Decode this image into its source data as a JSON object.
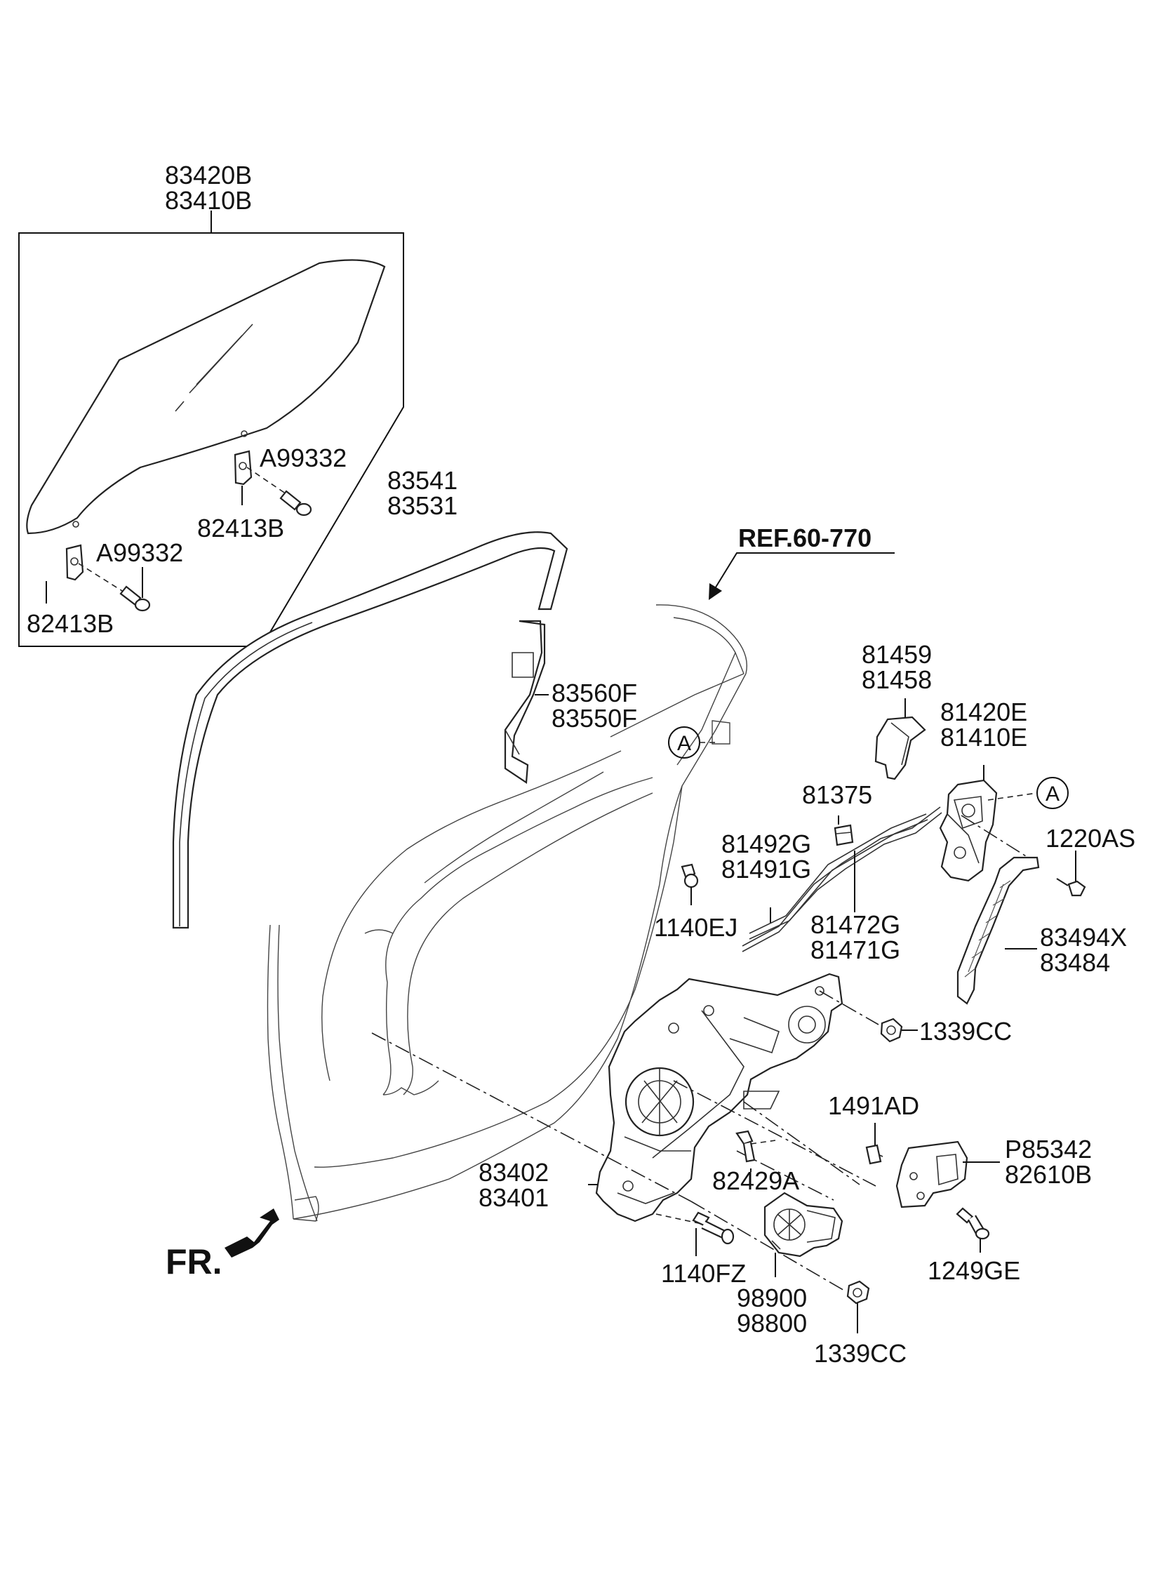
{
  "labels": {
    "glass_top": "83420B",
    "glass_bottom": "83410B",
    "bolt_upper": "A99332",
    "clip_upper": "82413B",
    "bolt_lower": "A99332",
    "clip_lower": "82413B",
    "channel_top": "83541",
    "channel_bottom": "83531",
    "ref": "REF.60-770",
    "guide_top": "83560F",
    "guide_bottom": "83550F",
    "circle_left": "A",
    "circle_right": "A",
    "cover_top": "81459",
    "cover_bottom": "81458",
    "latch_top": "81420E",
    "latch_bottom": "81410E",
    "clip_81375": "81375",
    "screw_1220": "1220AS",
    "cable_top": "81492G",
    "cable_bottom": "81491G",
    "bolt_1140ej": "1140EJ",
    "rod_top": "81472G",
    "rod_bottom": "81471G",
    "handle_top": "83494X",
    "handle_bottom": "83484",
    "nut_upper": "1339CC",
    "nut_1491": "1491AD",
    "bolt_82429": "82429A",
    "inner_top": "P85342",
    "inner_bottom": "82610B",
    "reg_top": "83402",
    "reg_bottom": "83401",
    "bolt_1140fz": "1140FZ",
    "motor_top": "98900",
    "motor_bottom": "98800",
    "bolt_1249": "1249GE",
    "nut_lower": "1339CC",
    "front": "FR."
  }
}
